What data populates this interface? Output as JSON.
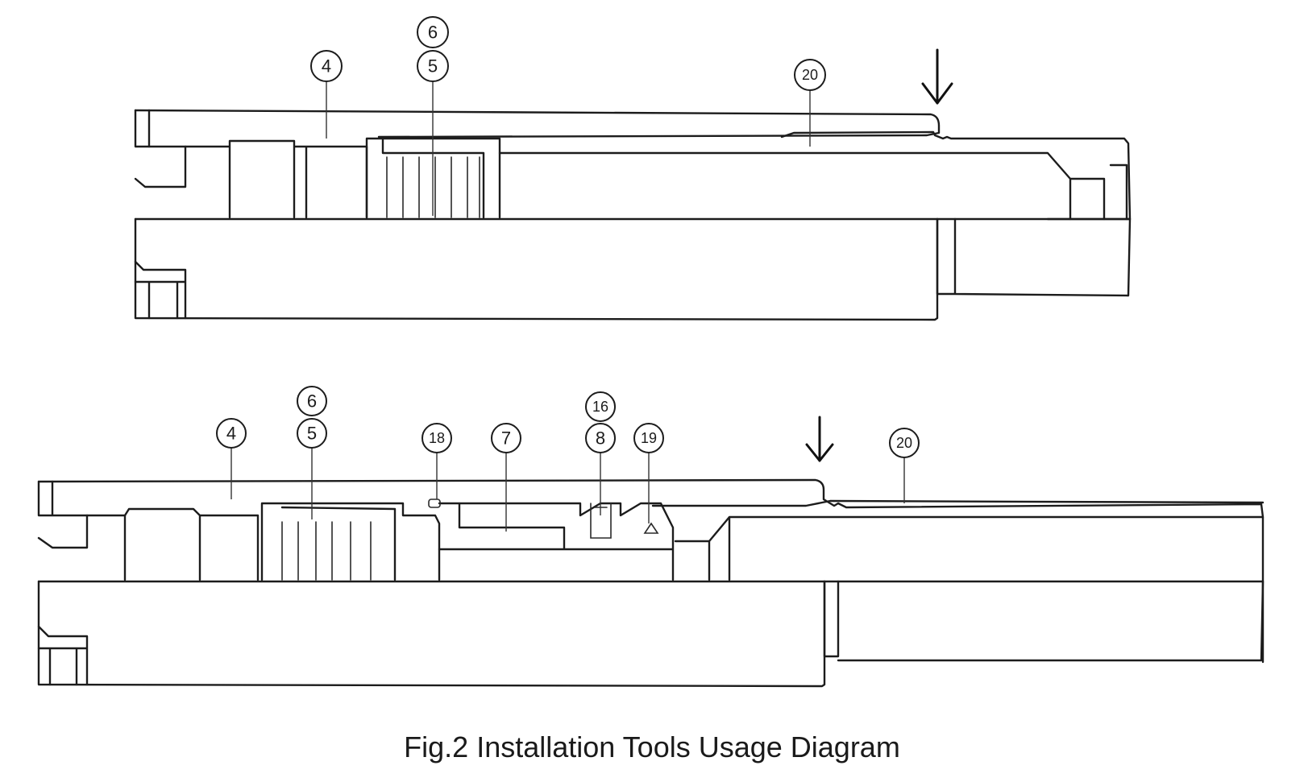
{
  "caption": "Fig.2 Installation Tools Usage Diagram",
  "top_view": {
    "callouts": [
      "4",
      "5",
      "6",
      "20"
    ],
    "arrow": "down-arrow"
  },
  "bottom_view": {
    "callouts": [
      "4",
      "5",
      "6",
      "18",
      "7",
      "8",
      "16",
      "19",
      "20"
    ],
    "arrow": "down-arrow"
  },
  "colors": {
    "line": "#1c1c1c",
    "background": "#ffffff"
  }
}
